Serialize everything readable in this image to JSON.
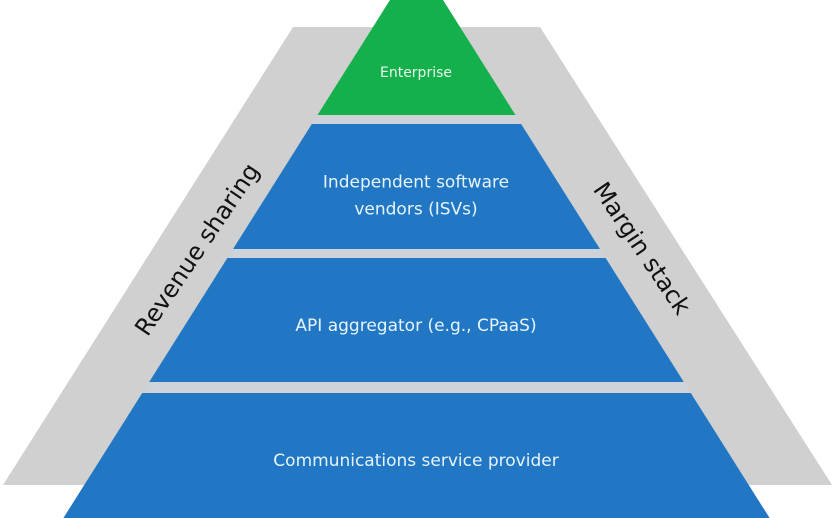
{
  "diagram": {
    "type": "pyramid",
    "colors": {
      "band": "#d0d0d0",
      "gap": "#cdd3d8",
      "top_layer": "#14b04c",
      "layer": "#2277c4"
    },
    "side_labels": {
      "left": "Revenue sharing",
      "right": "Margin stack"
    },
    "layers": [
      {
        "lines": [
          "Enterprise"
        ],
        "color_key": "top_layer"
      },
      {
        "lines": [
          "Independent software",
          "vendors (ISVs)"
        ],
        "color_key": "layer"
      },
      {
        "lines": [
          "API aggregator (e.g., CPaaS)"
        ],
        "color_key": "layer"
      },
      {
        "lines": [
          "Communications service provider"
        ],
        "color_key": "layer"
      }
    ]
  }
}
